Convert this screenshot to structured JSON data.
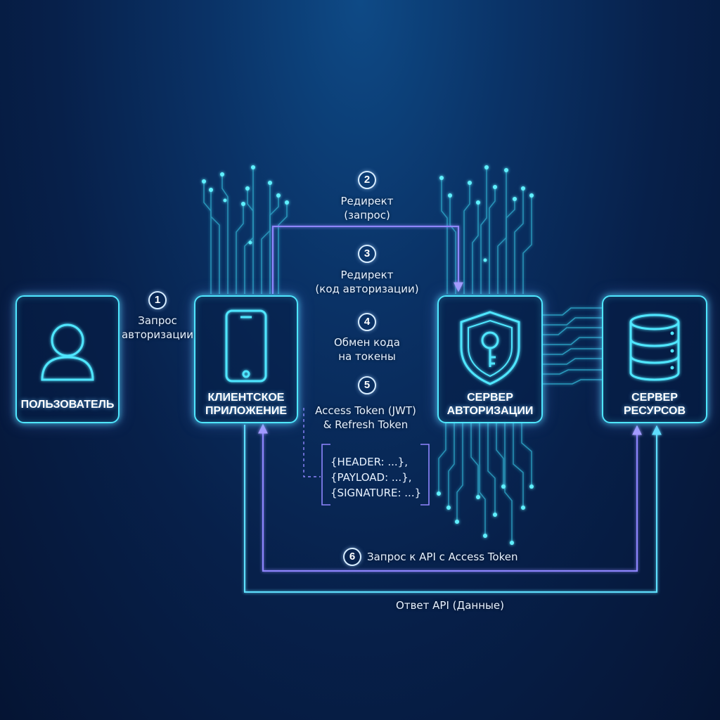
{
  "nodes": {
    "user": {
      "label": "ПОЛЬЗОВАТЕЛЬ",
      "icon": "user-icon"
    },
    "client": {
      "label": "КЛИЕНТСКОЕ\nПРИЛОЖЕНИЕ",
      "icon": "smartphone-icon"
    },
    "auth": {
      "label": "СЕРВЕР\nАВТОРИЗАЦИИ",
      "icon": "shield-key-icon"
    },
    "resource": {
      "label": "СЕРВЕР\nРЕСУРСОВ",
      "icon": "database-icon"
    }
  },
  "steps": [
    {
      "number": "1",
      "text": "Запрос\nавторизации"
    },
    {
      "number": "2",
      "text": "Редирект\n(запрос)"
    },
    {
      "number": "3",
      "text": "Редирект\n(код авторизации)"
    },
    {
      "number": "4",
      "text": "Обмен кода\nна токены"
    },
    {
      "number": "5",
      "text": "Access Token (JWT)\n& Refresh Token"
    },
    {
      "number": "6",
      "text": "Запрос к API с Access Token"
    }
  ],
  "response_label": "Ответ API (Данные)",
  "jwt": {
    "header": "{HEADER: ...},",
    "payload": "{PAYLOAD: ...},",
    "signature": "{SIGNATURE: ...}"
  },
  "colors": {
    "cyan": "#4fe6ff",
    "violet": "#8f86ff",
    "background": "#07204a"
  }
}
